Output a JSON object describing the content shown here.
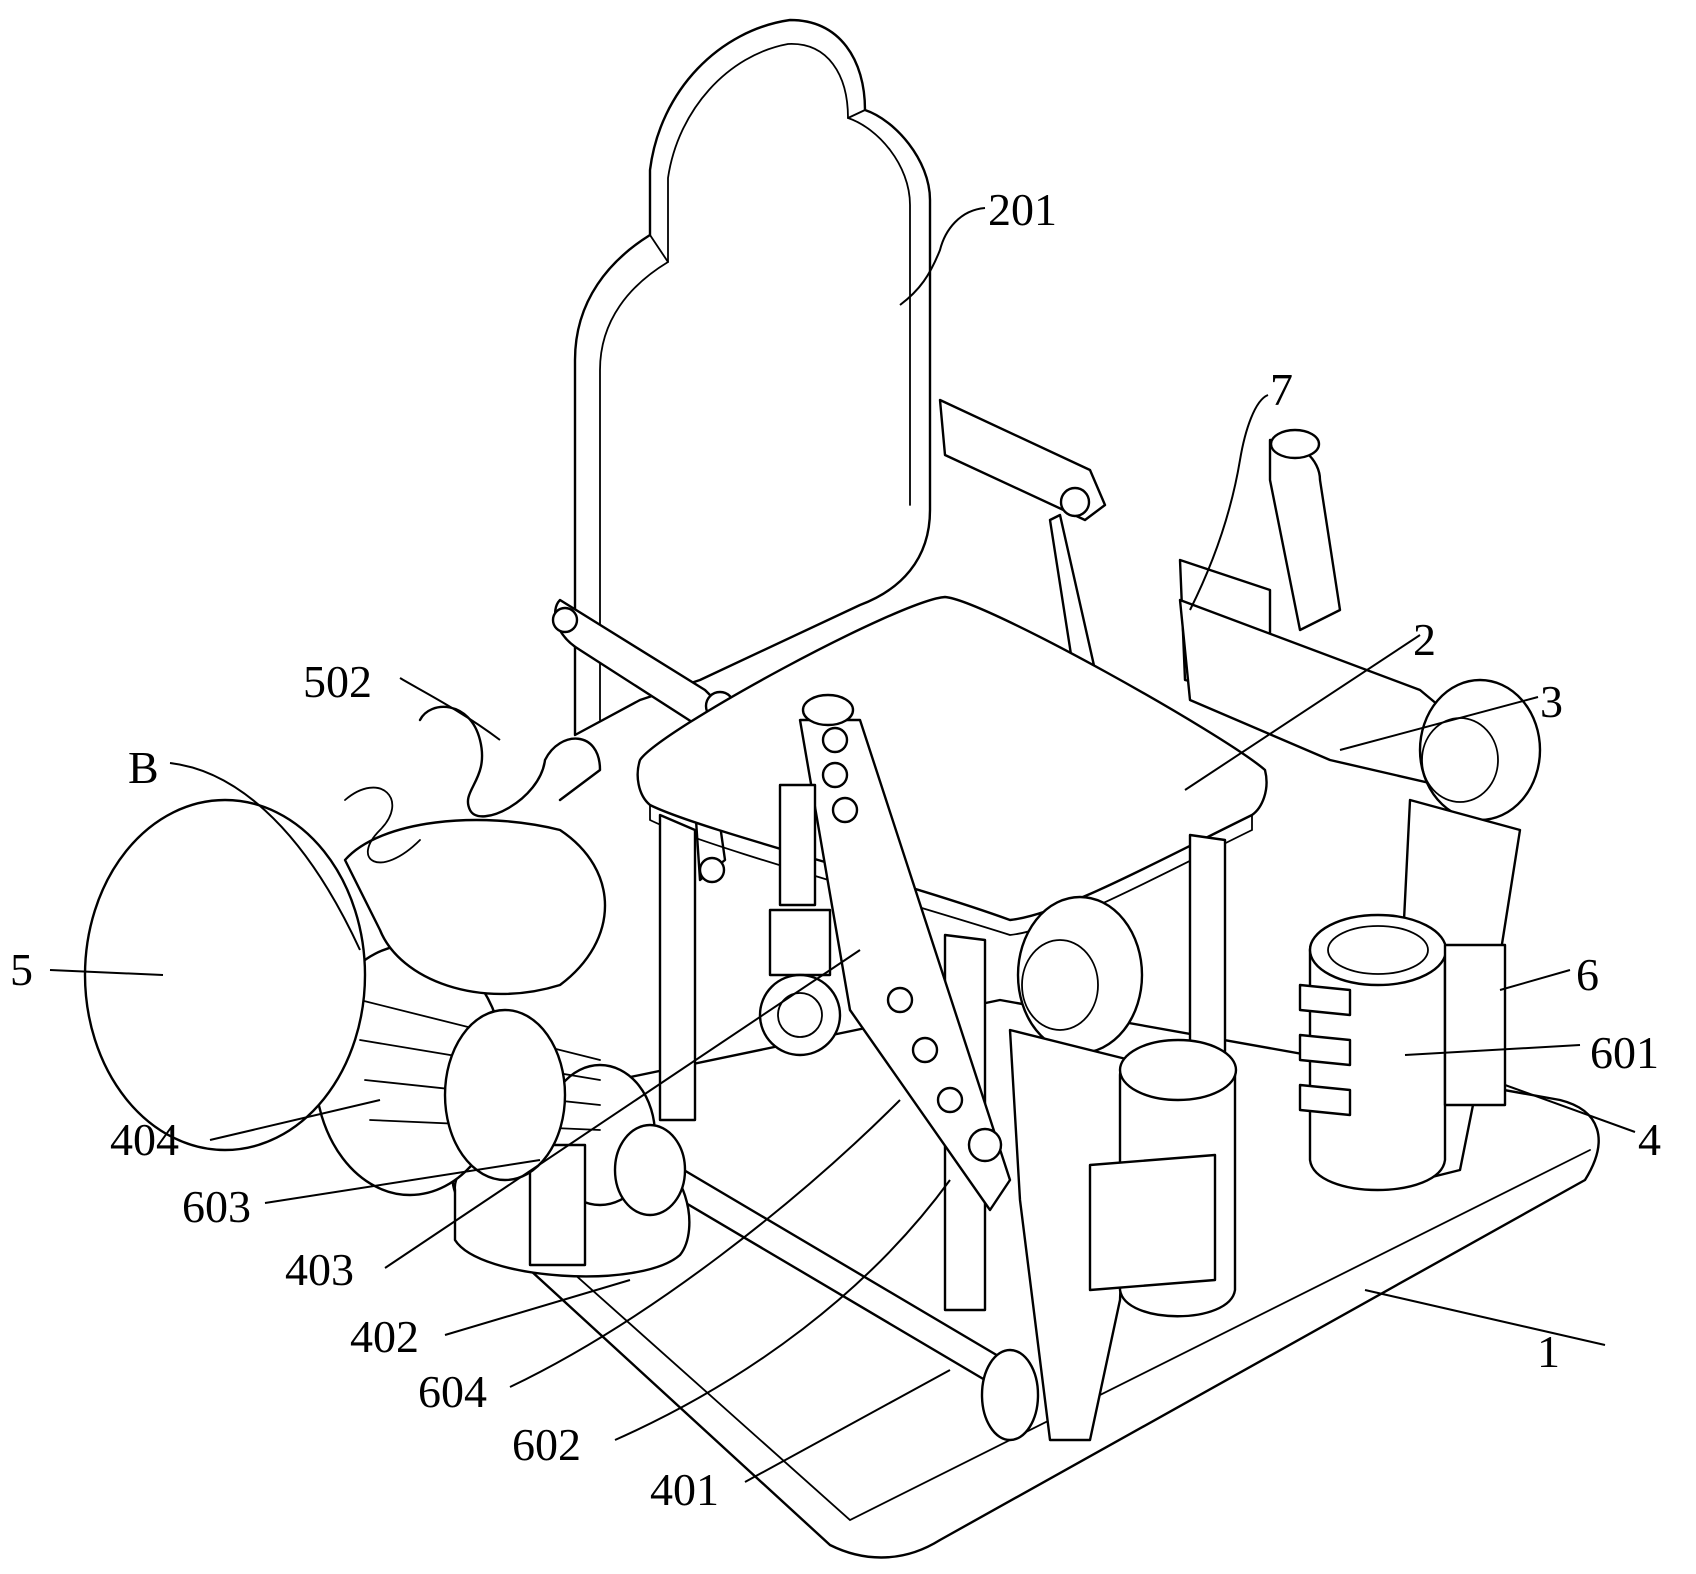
{
  "figure": {
    "kind": "patent perspective drawing of a chair apparatus",
    "line_color": "#000000",
    "background_color": "#ffffff",
    "labels": {
      "l201": "201",
      "l7": "7",
      "l2": "2",
      "l3": "3",
      "l502": "502",
      "lB": "B",
      "l5": "5",
      "l6": "6",
      "l601": "601",
      "l4": "4",
      "l404": "404",
      "l603": "603",
      "l403": "403",
      "l402": "402",
      "l1": "1",
      "l604": "604",
      "l602": "602",
      "l401": "401"
    }
  }
}
